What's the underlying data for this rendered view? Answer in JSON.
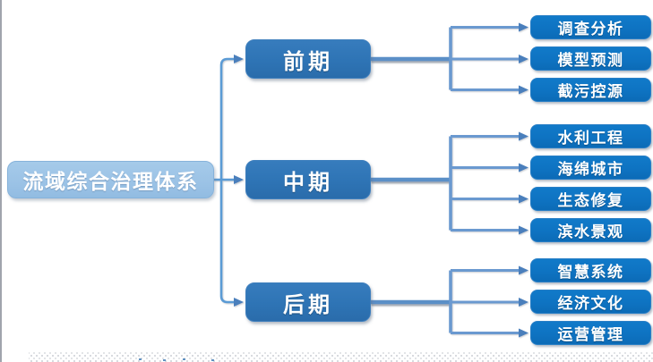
{
  "diagram": {
    "root_label": "流域综合治理体系",
    "phases": [
      {
        "label": "前期",
        "items": [
          "调查分析",
          "模型预测",
          "截污控源"
        ]
      },
      {
        "label": "中期",
        "items": [
          "水利工程",
          "海绵城市",
          "生态修复",
          "滨水景观"
        ]
      },
      {
        "label": "后期",
        "items": [
          "智慧系统",
          "经济文化",
          "运营管理"
        ]
      }
    ]
  },
  "colors": {
    "root_fill": "#9cc3e6",
    "phase_fill": "#2e74b5",
    "item_fill": "#0e73c2",
    "connector": "#5b9bd5",
    "connector_branch": "#6a99d0",
    "connector_thick": "#5b8fc7",
    "connector_shadow": "#8e98a3",
    "arrowhead": "#4a7fbc",
    "text": "#ffffff"
  }
}
